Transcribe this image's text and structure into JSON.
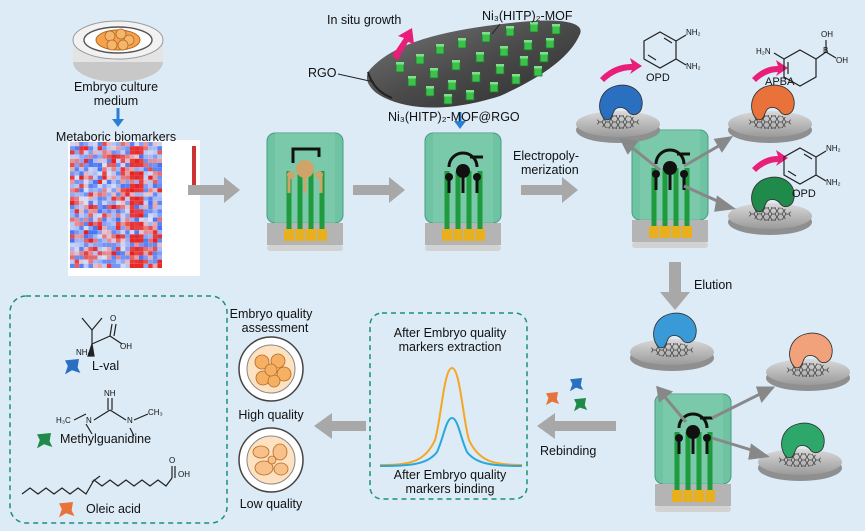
{
  "top": {
    "embryo_medium_line1": "Embryo culture",
    "embryo_medium_line2": "medium",
    "metabolic_biomarkers": "Metaboric biomarkers",
    "in_situ_growth": "In situ growth",
    "mof_label": "Ni₃(HITP)₂-MOF",
    "rgo_label": "RGO",
    "composite_label": "Ni₃(HITP)₂-MOF@RGO",
    "electropoly_line1": "Electropoly-",
    "electropoly_line2": "merization",
    "opd_label_top": "OPD",
    "apba_label": "APBA",
    "opd_label_bottom": "OPD",
    "nh2": "NH₂",
    "h2n": "H₂N",
    "oh": "OH",
    "b": "B"
  },
  "middle": {
    "elution": "Elution",
    "rebinding": "Rebinding"
  },
  "results": {
    "quality_title_line1": "Embryo quality",
    "quality_title_line2": "assessment",
    "high_quality": "High quality",
    "low_quality": "Low quality",
    "extraction_line1": "After Embryo quality",
    "extraction_line2": "markers extraction",
    "binding_line1": "After Embryo quality",
    "binding_line2": "markers binding"
  },
  "legend": {
    "lval": "L-val",
    "methylguanidine": "Methylguanidine",
    "oleic_acid": "Oleic acid",
    "nh2": "NH₂",
    "oh": "OH",
    "o": "O",
    "h3c": "H₃C",
    "ch3": "CH₃",
    "nh": "NH",
    "n": "N"
  },
  "colors": {
    "background": "#dcebf6",
    "arrow_gray": "#a8a8a8",
    "electrode_green": "#6ec3a3",
    "trace_green": "#1f9a3c",
    "pad_gold": "#e8b01e",
    "mip_blue": "#2a6fc0",
    "mip_orange": "#e8723a",
    "mip_green": "#1f8a4a",
    "curve_orange": "#f5a623",
    "curve_blue": "#2aa8dc",
    "pink_arrow": "#e81e79"
  }
}
